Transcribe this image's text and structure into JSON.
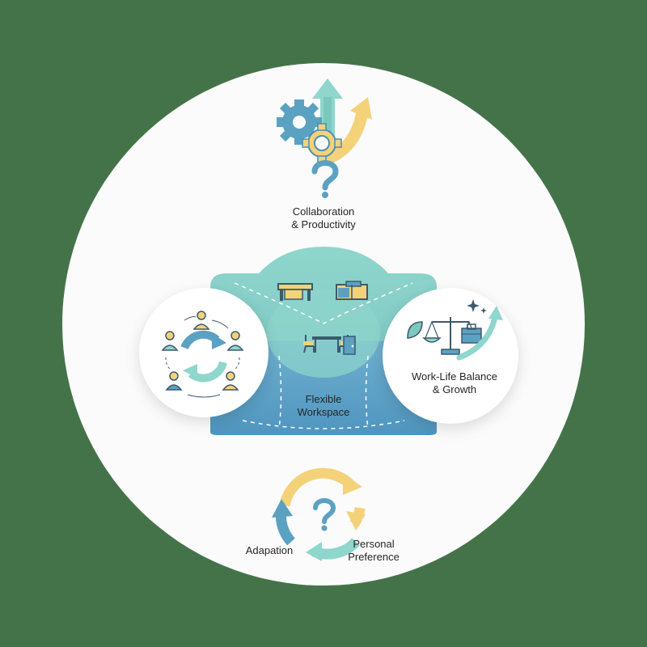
{
  "diagram": {
    "top_label": "Collaboration\n& Productivity",
    "center_label": "Flexible\nWorkspace",
    "right_label": "Work-Life Balance\n& Growth",
    "bottom_left_label": "Adapation",
    "bottom_right_label": "Personal\nPreference",
    "question_mark": "?"
  },
  "colors": {
    "background": "#457349",
    "disc": "#fbfbfb",
    "teal_light": "#8fd6cc",
    "teal": "#7cc7be",
    "blue": "#5ba1c2",
    "blue_dark": "#4a8fb6",
    "yellow": "#f3d27a",
    "text": "#262626"
  },
  "icons": {
    "top": [
      "gear-icon",
      "up-arrow-icon",
      "growth-arrow-icon",
      "question-mark-icon"
    ],
    "left": [
      "team-cycle-icon"
    ],
    "center": [
      "desk-icon",
      "cabinet-icon",
      "chairs-table-icon",
      "door-icon"
    ],
    "right": [
      "scale-icon",
      "leaf-icon",
      "briefcase-icon",
      "sparkle-icon"
    ],
    "bottom": [
      "cycle-arrows-icon"
    ]
  }
}
